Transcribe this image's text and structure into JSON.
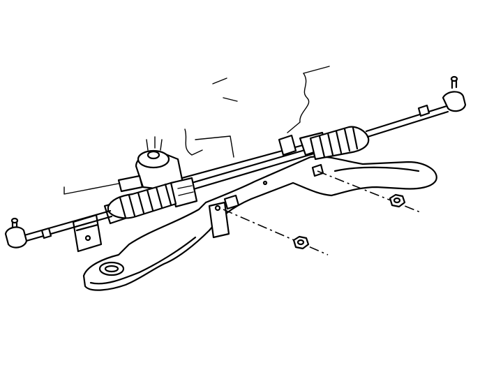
{
  "diagram": {
    "ink_color": "#000000",
    "background_color": "#ffffff",
    "parts": [
      "steering-rack-assembly",
      "left-tie-rod-end",
      "right-tie-rod-end",
      "left-boot",
      "right-boot",
      "front-crossmember",
      "mounting-nut-front",
      "mounting-nut-rear",
      "pinion-valve"
    ]
  }
}
